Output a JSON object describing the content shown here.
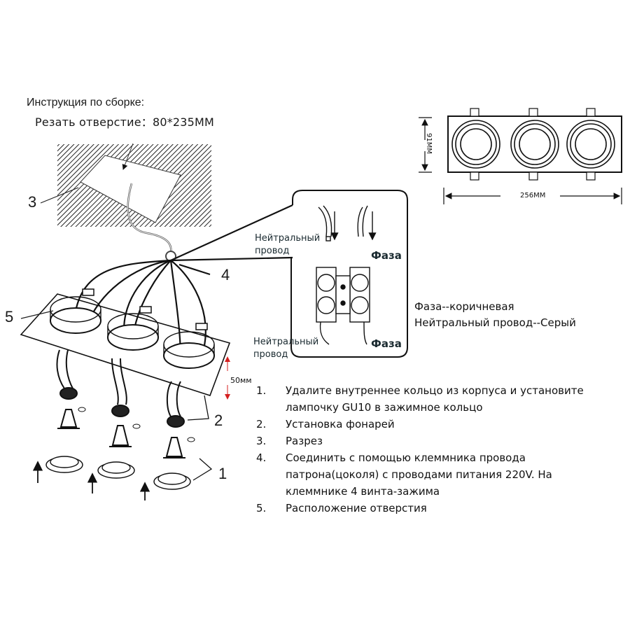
{
  "header": {
    "title": "Инструкция по сборке:",
    "cut_hole": "Резать отверстие：80*235MM"
  },
  "callouts": {
    "c1": "1",
    "c2": "2",
    "c3": "3",
    "c4": "4",
    "c5": "5"
  },
  "dimensions": {
    "height": "91MM",
    "width": "256MM",
    "depth": "50мм"
  },
  "wiring_detail": {
    "neutral_top": [
      "Нейтральный",
      "провод"
    ],
    "phase_top": "Фаза",
    "neutral_bottom": [
      "Нейтральный",
      "провод"
    ],
    "phase_bottom": "Фаза"
  },
  "wire_legend": [
    "Фаза--коричневая",
    "Нейтральный провод--Серый"
  ],
  "steps": [
    {
      "num": "1.",
      "text": "Удалите внутреннее кольцо из корпуса и установите лампочку GU10 в зажимное кольцо"
    },
    {
      "num": "2.",
      "text": "Установка фонарей"
    },
    {
      "num": "3.",
      "text": "Разрез"
    },
    {
      "num": "4.",
      "text": "Соединить с помощью клеммника провода патрона(цоколя) с проводами питания 220V. На клеммнике 4 винта-зажима"
    },
    {
      "num": "5.",
      "text": "Расположение отверстия"
    }
  ],
  "colors": {
    "line": "#111111",
    "depth_arrow": "#d42020",
    "text": "#111111"
  }
}
